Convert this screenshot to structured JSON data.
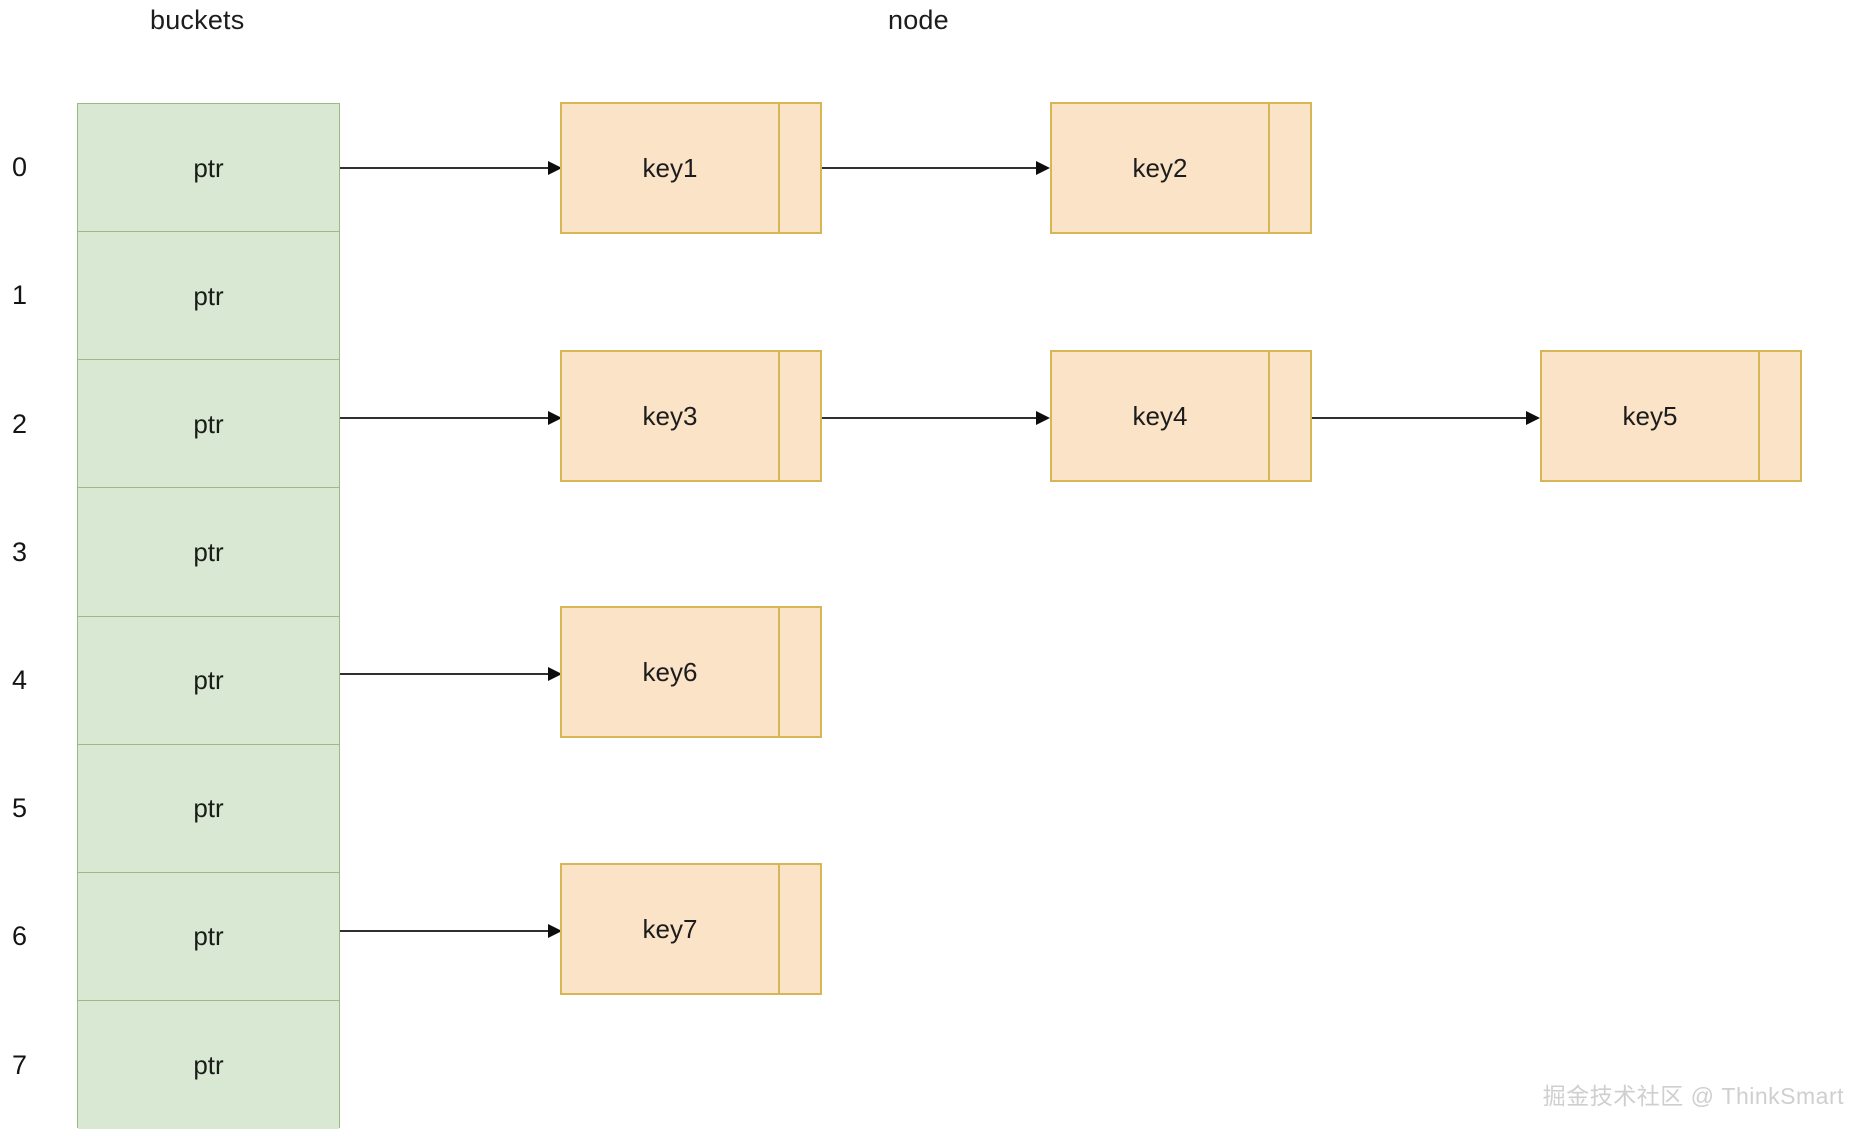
{
  "captions": {
    "buckets": "buckets",
    "node": "node"
  },
  "colors": {
    "bucket_fill": "#d9e8d2",
    "bucket_border": "#9bbb82",
    "node_fill": "#fbe3c7",
    "node_border": "#d6b656",
    "arrow": "#0d0d0d",
    "background": "#ffffff",
    "watermark": "#cfcfcf"
  },
  "buckets": {
    "count": 8,
    "pointer_label": "ptr",
    "items": [
      {
        "index": "0",
        "label": "ptr"
      },
      {
        "index": "1",
        "label": "ptr"
      },
      {
        "index": "2",
        "label": "ptr"
      },
      {
        "index": "3",
        "label": "ptr"
      },
      {
        "index": "4",
        "label": "ptr"
      },
      {
        "index": "5",
        "label": "ptr"
      },
      {
        "index": "6",
        "label": "ptr"
      },
      {
        "index": "7",
        "label": "ptr"
      }
    ]
  },
  "chains": [
    {
      "bucket": "0",
      "nodes": [
        "key1",
        "key2"
      ]
    },
    {
      "bucket": "2",
      "nodes": [
        "key3",
        "key4",
        "key5"
      ]
    },
    {
      "bucket": "4",
      "nodes": [
        "key6"
      ]
    },
    {
      "bucket": "6",
      "nodes": [
        "key7"
      ]
    }
  ],
  "nodes": {
    "key1": "key1",
    "key2": "key2",
    "key3": "key3",
    "key4": "key4",
    "key5": "key5",
    "key6": "key6",
    "key7": "key7"
  },
  "watermark": "掘金技术社区 @ ThinkSmart"
}
